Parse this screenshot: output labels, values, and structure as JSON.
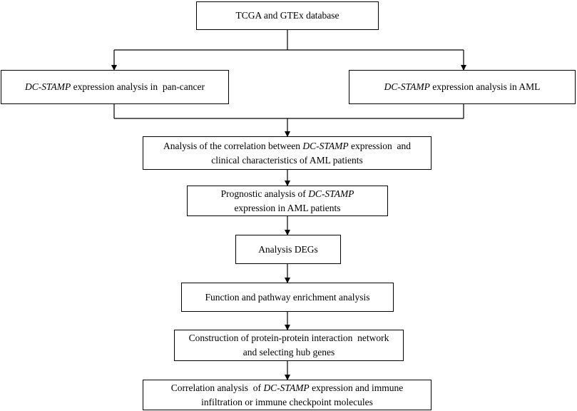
{
  "nodes": {
    "database": {
      "line1": [
        "TCGA and GTEx database"
      ]
    },
    "pan_cancer": {
      "line1": [
        {
          "i": "DC-STAMP"
        },
        " expression analysis in  pan-cancer"
      ]
    },
    "aml": {
      "line1": [
        {
          "i": "DC-STAMP"
        },
        " expression analysis in AML"
      ]
    },
    "clinical": {
      "line1": [
        "Analysis of the correlation between ",
        {
          "i": "DC-STAMP"
        },
        " expression  and"
      ],
      "line2": [
        "clinical characteristics of AML patients"
      ]
    },
    "prognostic": {
      "line1": [
        "Prognostic analysis of ",
        {
          "i": "DC-STAMP"
        }
      ],
      "line2": [
        "expression in AML patients"
      ]
    },
    "degs": {
      "line1": [
        "Analysis DEGs"
      ]
    },
    "enrichment": {
      "line1": [
        "Function and pathway enrichment analysis"
      ]
    },
    "ppi": {
      "line1": [
        "Construction of protein-protein interaction  network"
      ],
      "line2": [
        "and selecting hub genes"
      ]
    },
    "immune": {
      "line1": [
        "Correlation analysis  of ",
        {
          "i": "DC-STAMP"
        },
        " expression and immune"
      ],
      "line2": [
        "infiltration or immune checkpoint molecules"
      ]
    }
  },
  "colors": {
    "stroke": "#000000",
    "fill": "#ffffff"
  }
}
